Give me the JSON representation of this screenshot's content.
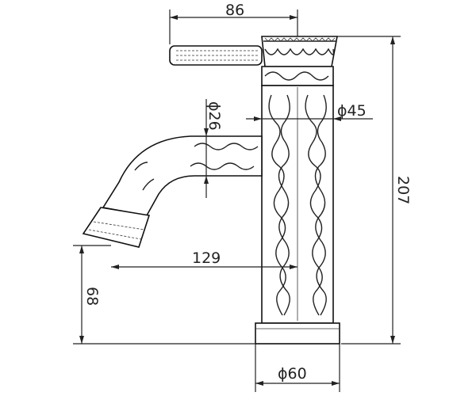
{
  "drawing": {
    "title": "Faucet dimension drawing",
    "dimensions": {
      "handle_reach": "86",
      "spout_diameter": "ϕ26",
      "body_diameter": "ϕ45",
      "total_height": "207",
      "spout_reach": "129",
      "spout_height": "68",
      "base_diameter": "ϕ60"
    },
    "colors": {
      "line": "#222222",
      "background": "#ffffff"
    }
  }
}
